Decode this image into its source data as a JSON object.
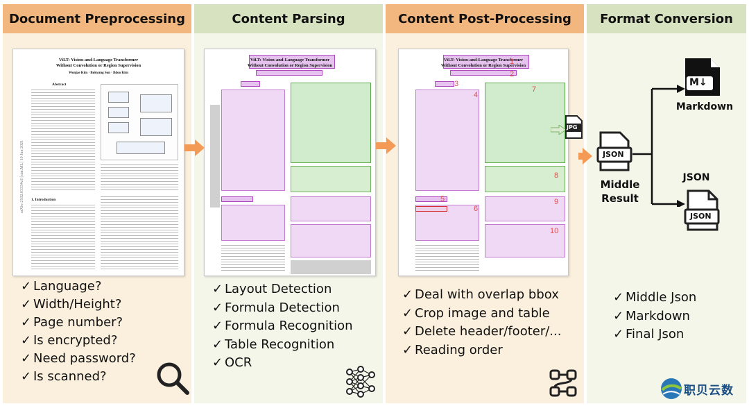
{
  "columns": [
    {
      "title": "Document Preprocessing",
      "items": [
        "Language?",
        "Width/Height?",
        "Page number?",
        "Is encrypted?",
        "Need password?",
        "Is scanned?"
      ],
      "icon": "magnifier-icon"
    },
    {
      "title": "Content Parsing",
      "items": [
        "Layout Detection",
        "Formula Detection",
        "Formula Recognition",
        "Table Recognition",
        "OCR"
      ],
      "icon": "neural-network-icon"
    },
    {
      "title": "Content Post-Processing",
      "items": [
        "Deal with overlap bbox",
        "Crop image and table",
        "Delete header/footer/...",
        "Reading order"
      ],
      "icon": "workflow-icon"
    },
    {
      "title": "Format Conversion",
      "items": [
        "Middle Json",
        "Markdown",
        "Final Json"
      ]
    }
  ],
  "paper": {
    "title_line1": "ViLT: Vision-and-Language Transformer",
    "title_line2": "Without Convolution or Region Supervision",
    "authors": "Wonjae Kim · Bokyung Son · Ildoo Kim",
    "abstract": "Abstract",
    "introduction": "1. Introduction",
    "arxiv": "arXiv:2102.03334v2 [stat.ML] 10 Jun 2021"
  },
  "order_numbers": [
    "1",
    "2",
    "3",
    "4",
    "5",
    "6",
    "7",
    "8",
    "9",
    "10"
  ],
  "format": {
    "markdown_label": "Markdown",
    "markdown_icon_text": "M↓",
    "middle_label_line1": "Middle",
    "middle_label_line2": "Result",
    "json_top_label": "JSON",
    "json_icon_text": "JSON",
    "jpg_text": "JPG"
  },
  "watermark": "职贝云数",
  "colors": {
    "orange_header": "#f2b77e",
    "green_header": "#d7e2c0",
    "orange_body": "#fbf0de",
    "green_body": "#f4f6ea",
    "arrow": "#f39a56",
    "title_box": "#c878dc",
    "image_box": "#78c86e",
    "order_number": "#e05050"
  }
}
